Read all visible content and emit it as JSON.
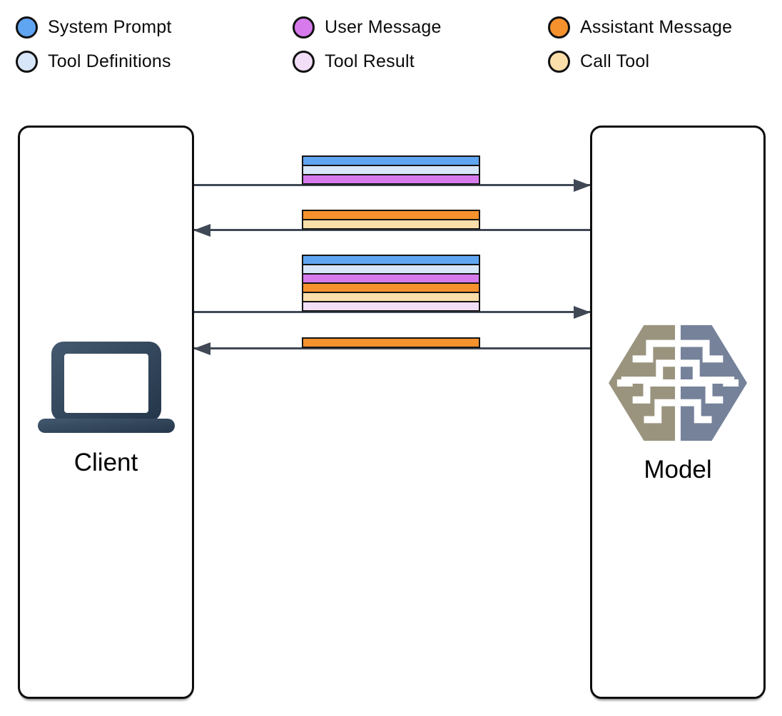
{
  "colors": {
    "system_prompt": "#60A5F2",
    "tool_definitions": "#D8E6F9",
    "user_message": "#D77BEC",
    "tool_result": "#F3DEF8",
    "assistant_message": "#F6922D",
    "call_tool": "#FADFAB",
    "arrow": "#404855",
    "bar_border": "#141414",
    "laptop_dark": "#2A3B4F",
    "laptop_light": "#44596F",
    "brain_left": "#9A947F",
    "brain_right": "#75829A"
  },
  "legend": {
    "columns": [
      {
        "items": [
          {
            "label": "System Prompt",
            "color_key": "system_prompt"
          },
          {
            "label": "Tool Definitions",
            "color_key": "tool_definitions"
          }
        ]
      },
      {
        "items": [
          {
            "label": "User Message",
            "color_key": "user_message"
          },
          {
            "label": "Tool Result",
            "color_key": "tool_result"
          }
        ]
      },
      {
        "items": [
          {
            "label": "Assistant Message",
            "color_key": "assistant_message"
          },
          {
            "label": "Call Tool",
            "color_key": "call_tool"
          }
        ]
      }
    ]
  },
  "nodes": {
    "client": {
      "label": "Client",
      "icon": "laptop-icon"
    },
    "model": {
      "label": "Model",
      "icon": "brain-icon"
    }
  },
  "flows": [
    {
      "direction": "right",
      "segments": [
        "system_prompt",
        "tool_definitions",
        "user_message"
      ]
    },
    {
      "direction": "left",
      "segments": [
        "assistant_message",
        "call_tool"
      ]
    },
    {
      "direction": "right",
      "segments": [
        "system_prompt",
        "tool_definitions",
        "user_message",
        "assistant_message",
        "call_tool",
        "tool_result"
      ]
    },
    {
      "direction": "left",
      "segments": [
        "assistant_message"
      ]
    }
  ]
}
